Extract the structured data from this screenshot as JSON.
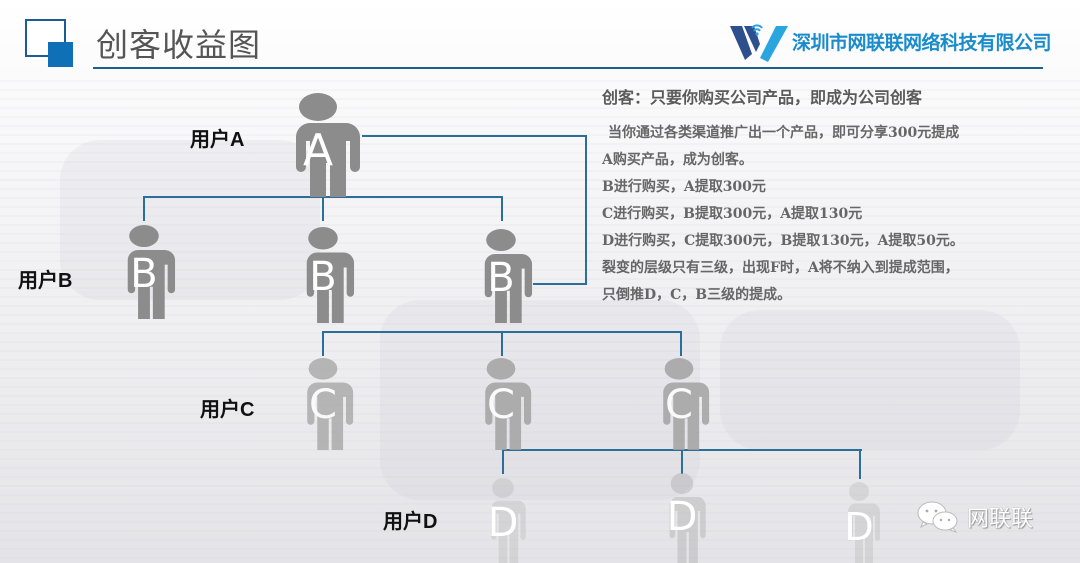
{
  "header": {
    "title": "创客收益图",
    "company_name": "深圳市网联联网络科技有限公司",
    "colors": {
      "accent": "#0f6fb7",
      "rule": "#1f5f8b",
      "company": "#1a8ccc"
    }
  },
  "explanation": {
    "headline": "创客：只要你购买公司产品，即成为公司创客",
    "lines": [
      "当你通过各类渠道推广出一个产品，即可分享300元提成",
      "A购买产品，成为创客。",
      "B进行购买，A提取300元",
      "C进行购买，B提取300元，A提取130元",
      "D进行购买，C提取300元，B提取130元，A提取50元。",
      "裂变的层级只有三级，出现F时，A将不纳入到提成范围，",
      "只倒推D，C，B三级的提成。"
    ]
  },
  "tree": {
    "levels": [
      {
        "label": "用户A",
        "letter": "A",
        "count": 1
      },
      {
        "label": "用户B",
        "letter": "B",
        "count": 3
      },
      {
        "label": "用户C",
        "letter": "C",
        "count": 3
      },
      {
        "label": "用户D",
        "letter": "D",
        "count": 3
      }
    ],
    "node_letters": {
      "a1": "A",
      "b1": "B",
      "b2": "B",
      "b3": "B",
      "c1": "C",
      "c2": "C",
      "c3": "C",
      "d1": "D",
      "d2": "D",
      "d3": "D"
    },
    "connector_color": "#2b6f98",
    "person_color": "#8c8c8c"
  },
  "watermark": {
    "icon": "wechat-icon",
    "text": "网联联"
  }
}
